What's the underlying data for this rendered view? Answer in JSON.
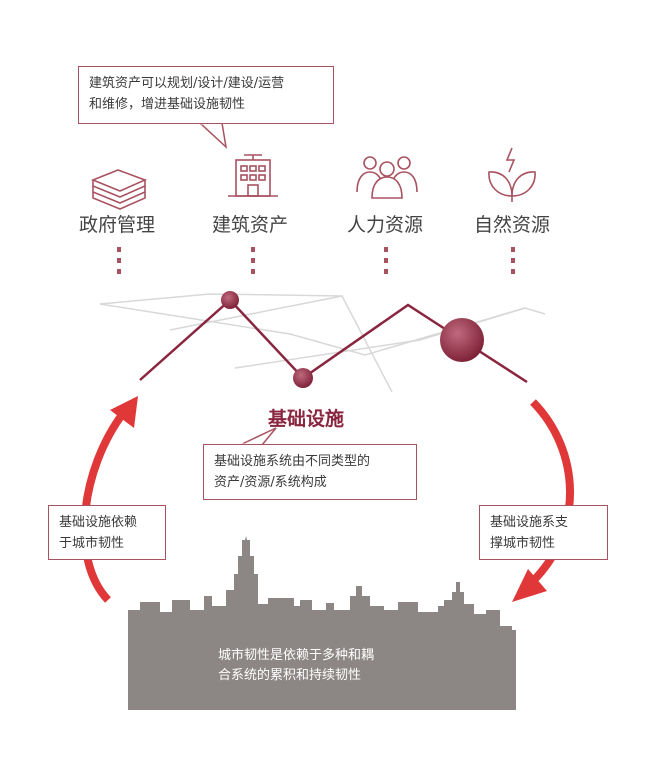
{
  "callouts": {
    "top": {
      "line1": "建筑资产可以规划/设计/建设/运营",
      "line2": "和维修，增进基础设施韧性"
    },
    "middle": {
      "line1": "基础设施系统由不同类型的",
      "line2": "资产/资源/系统构成"
    },
    "left": {
      "line1": "基础设施依赖",
      "line2": "于城市韧性"
    },
    "right": {
      "line1": "基础设施系支",
      "line2": "撑城市韧性"
    }
  },
  "categories": [
    {
      "label": "政府管理",
      "icon": "documents-stack-icon"
    },
    {
      "label": "建筑资产",
      "icon": "building-icon"
    },
    {
      "label": "人力资源",
      "icon": "people-group-icon"
    },
    {
      "label": "自然资源",
      "icon": "leaf-icon"
    }
  ],
  "center": {
    "label": "基础设施"
  },
  "city": {
    "line1": "城市韧性是依赖于多种和耦",
    "line2": "合系统的累积和持续韧性"
  },
  "colors": {
    "accent": "#a85260",
    "dark_red": "#8a2540",
    "arrow_red": "#e03838",
    "city_gray": "#8c8784",
    "network_gray": "#d6d6d6"
  }
}
